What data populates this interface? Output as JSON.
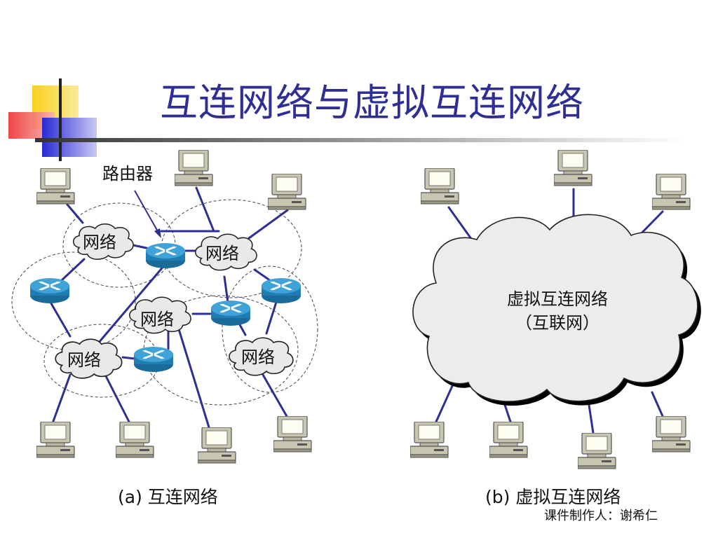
{
  "slide": {
    "title": "互连网络与虚拟互连网络",
    "credit": "课件制作人：谢希仁"
  },
  "diagram_a": {
    "caption": "(a) 互连网络",
    "router_label": "路由器",
    "network_labels": [
      "网络",
      "网络",
      "网络",
      "网络",
      "网络"
    ]
  },
  "diagram_b": {
    "caption": "(b) 虚拟互连网络",
    "cloud_line1": "虚拟互连网络",
    "cloud_line2": "（互联网）"
  },
  "colors": {
    "title": "#2e2e94",
    "link": "#2e2e94",
    "router": "#2f8fc4",
    "cloud_fill": "#ececec",
    "accent_yellow": "#f8d21c",
    "accent_red": "#f03030",
    "accent_blue": "#2a2ad8"
  }
}
